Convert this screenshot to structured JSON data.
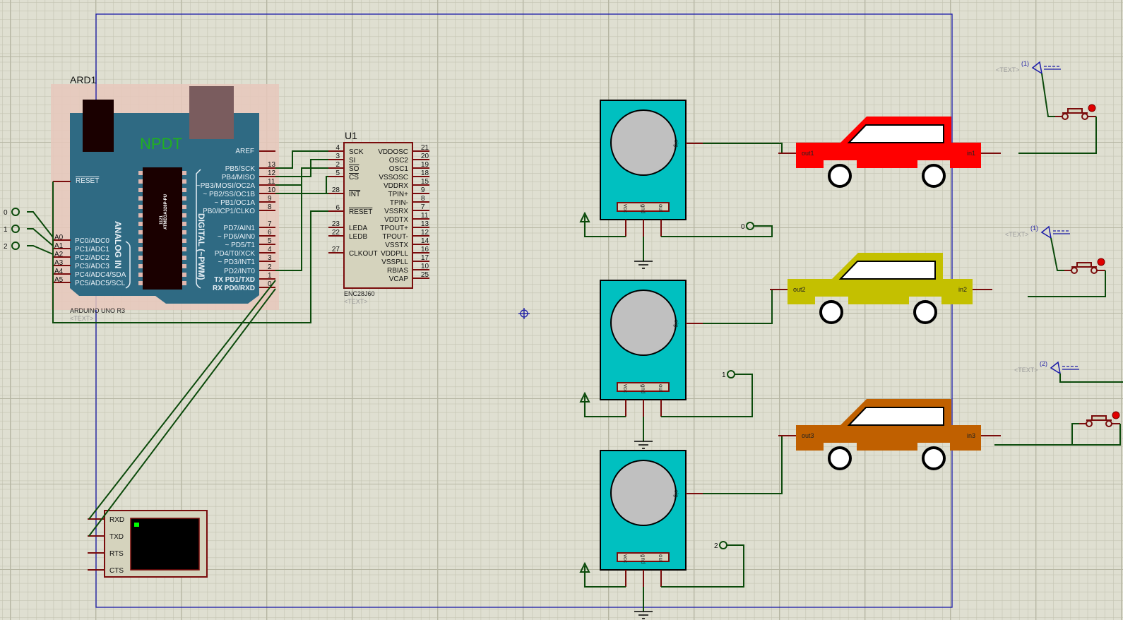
{
  "app": {
    "title": "Proteus Schematic Capture"
  },
  "colors": {
    "grid_bg": "#dfdfd1",
    "grid_minor": "#c4c4b2",
    "grid_major": "#b9b9a6",
    "frame": "#1a1aa8",
    "wire": "#0b4a0b",
    "pin": "#7a0c0c",
    "arduino_board": "#2f6a83",
    "arduino_highlight": "#e8c8bc",
    "sensor_body": "#00c0c0",
    "car1": "#ff0000",
    "car2": "#c4c000",
    "car3": "#c06000",
    "terminal_screen": "#000000",
    "terminal_led": "#00ff00"
  },
  "arduino": {
    "ref": "ARD1",
    "name": "ARDUINO UNO R3",
    "text_placeholder": "<TEXT>",
    "logo": "NPDT",
    "chip_label": "ATMEGA328P-PU",
    "chip_code": "1121",
    "analog_label": "ANALOG IN",
    "digital_label": "DIGITAL (~PWM)",
    "reset_label": "RESET",
    "aref_label": "AREF",
    "analog_pins": [
      {
        "tag": "A0",
        "name": "PC0/ADC0"
      },
      {
        "tag": "A1",
        "name": "PC1/ADC1"
      },
      {
        "tag": "A2",
        "name": "PC2/ADC2"
      },
      {
        "tag": "A3",
        "name": "PC3/ADC3"
      },
      {
        "tag": "A4",
        "name": "PC4/ADC4/SDA"
      },
      {
        "tag": "A5",
        "name": "PC5/ADC5/SCL"
      }
    ],
    "digital_pins": [
      {
        "num": "13",
        "name": "PB5/SCK"
      },
      {
        "num": "12",
        "name": "PB4/MISO"
      },
      {
        "num": "11",
        "name": "~PB3/MOSI/OC2A"
      },
      {
        "num": "10",
        "name": "~ PB2/SS/OC1B"
      },
      {
        "num": "9",
        "name": "~ PB1/OC1A"
      },
      {
        "num": "8",
        "name": "PB0/ICP1/CLKO"
      },
      {
        "num": "7",
        "name": "PD7/AIN1"
      },
      {
        "num": "6",
        "name": "~ PD6/AIN0"
      },
      {
        "num": "5",
        "name": "~  PD5/T1"
      },
      {
        "num": "4",
        "name": "PD4/T0/XCK"
      },
      {
        "num": "3",
        "name": "~ PD3/INT1"
      },
      {
        "num": "2",
        "name": "PD2/INT0"
      },
      {
        "num": "1",
        "name": "TX  PD1/TXD"
      },
      {
        "num": "0",
        "name": "RX  PD0/RXD"
      }
    ]
  },
  "input_terminals": [
    {
      "label": "0"
    },
    {
      "label": "1"
    },
    {
      "label": "2"
    }
  ],
  "enc28j60": {
    "ref": "U1",
    "name": "ENC28J60",
    "text_placeholder": "<TEXT>",
    "left_pins": [
      {
        "num": "4",
        "name": "SCK"
      },
      {
        "num": "3",
        "name": "SI"
      },
      {
        "num": "2",
        "name": "SO"
      },
      {
        "num": "5",
        "name": "CS"
      },
      {
        "num": "28",
        "name": "INT"
      },
      {
        "num": "6",
        "name": "RESET"
      },
      {
        "num": "23",
        "name": "LEDA"
      },
      {
        "num": "22",
        "name": "LEDB"
      },
      {
        "num": "27",
        "name": "CLKOUT"
      }
    ],
    "right_pins": [
      {
        "num": "21",
        "name": "VDDOSC"
      },
      {
        "num": "20",
        "name": "OSC2"
      },
      {
        "num": "19",
        "name": "OSC1"
      },
      {
        "num": "18",
        "name": "VSSOSC"
      },
      {
        "num": "15",
        "name": "VDDRX"
      },
      {
        "num": "9",
        "name": "TPIN+"
      },
      {
        "num": "8",
        "name": "TPIN-"
      },
      {
        "num": "7",
        "name": "VSSRX"
      },
      {
        "num": "11",
        "name": "VDDTX"
      },
      {
        "num": "13",
        "name": "TPOUT+"
      },
      {
        "num": "12",
        "name": "TPOUT-"
      },
      {
        "num": "14",
        "name": "VSSTX"
      },
      {
        "num": "16",
        "name": "VDDPLL"
      },
      {
        "num": "17",
        "name": "VSSPLL"
      },
      {
        "num": "10",
        "name": "RBIAS"
      },
      {
        "num": "25",
        "name": "VCAP"
      }
    ]
  },
  "virtual_terminal": {
    "pins": [
      "RXD",
      "TXD",
      "RTS",
      "CTS"
    ]
  },
  "sensors": [
    {
      "sig_label": "sig",
      "pins": [
        "vcc",
        "gnd",
        "out"
      ],
      "out_terminal": "0"
    },
    {
      "sig_label": "sig",
      "pins": [
        "vcc",
        "gnd",
        "out"
      ],
      "out_terminal": "1"
    },
    {
      "sig_label": "sig",
      "pins": [
        "vcc",
        "gnd",
        "out"
      ],
      "out_terminal": "2"
    }
  ],
  "cars": [
    {
      "out_label": "out1",
      "in_label": "in1"
    },
    {
      "out_label": "out2",
      "in_label": "in2"
    },
    {
      "out_label": "out3",
      "in_label": "in3"
    }
  ],
  "buttons": [
    {
      "gen_label": "(1)",
      "text_placeholder": "<TEXT>"
    },
    {
      "gen_label": "(1)",
      "text_placeholder": "<TEXT>"
    },
    {
      "gen_label": "(2)",
      "text_placeholder": "<TEXT>"
    }
  ]
}
